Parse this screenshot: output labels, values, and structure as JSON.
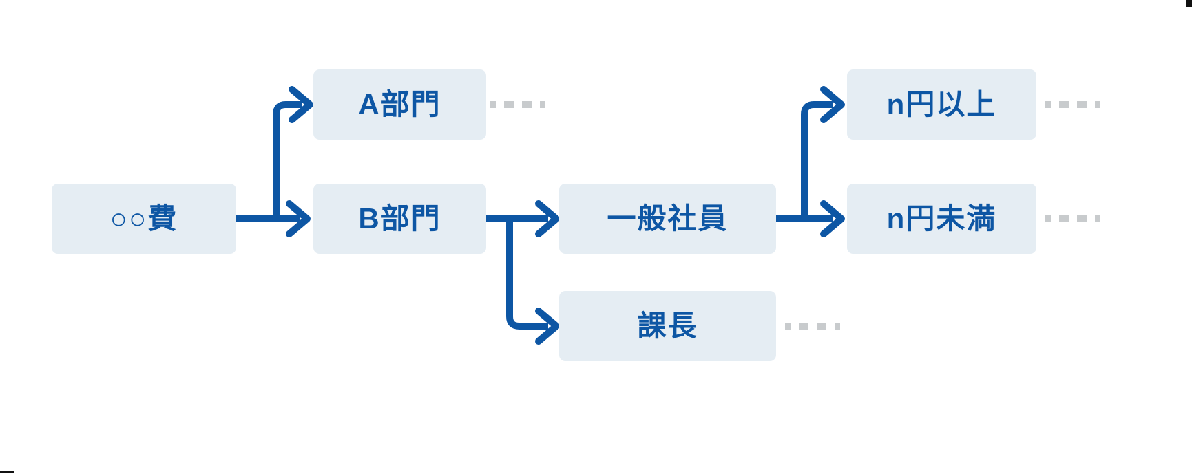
{
  "diagram": {
    "description": "expense approval routing flowchart",
    "colors": {
      "accent_blue": "#0d56a4",
      "node_fill": "#e5edf3",
      "dash_gray": "#c8cbcd"
    },
    "nodes": [
      {
        "id": "expense",
        "label": "○○費"
      },
      {
        "id": "dept-a",
        "label": "A部門"
      },
      {
        "id": "dept-b",
        "label": "B部門"
      },
      {
        "id": "staff",
        "label": "一般社員"
      },
      {
        "id": "manager",
        "label": "課長"
      },
      {
        "id": "amount-over",
        "label": "n円以上"
      },
      {
        "id": "amount-under",
        "label": "n円未満"
      }
    ],
    "edges": [
      {
        "from": "expense",
        "to": "dept-a"
      },
      {
        "from": "expense",
        "to": "dept-b"
      },
      {
        "from": "dept-b",
        "to": "staff"
      },
      {
        "from": "dept-b",
        "to": "manager"
      },
      {
        "from": "staff",
        "to": "amount-over"
      },
      {
        "from": "staff",
        "to": "amount-under"
      }
    ],
    "continuation_dashes_after": [
      "dept-a",
      "amount-over",
      "amount-under",
      "manager"
    ]
  }
}
